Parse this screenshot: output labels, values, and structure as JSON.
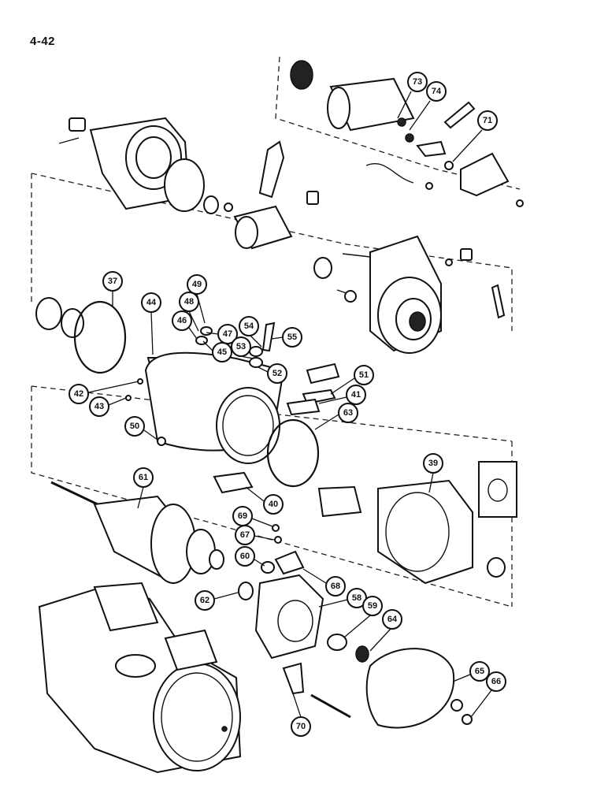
{
  "page_number": "4-42",
  "callouts": [
    "73",
    "74",
    "71",
    "37",
    "49",
    "48",
    "44",
    "46",
    "47",
    "45",
    "54",
    "55",
    "53",
    "52",
    "51",
    "41",
    "42",
    "43",
    "63",
    "50",
    "39",
    "61",
    "40",
    "69",
    "67",
    "60",
    "68",
    "62",
    "58",
    "59",
    "64",
    "65",
    "66",
    "70"
  ]
}
